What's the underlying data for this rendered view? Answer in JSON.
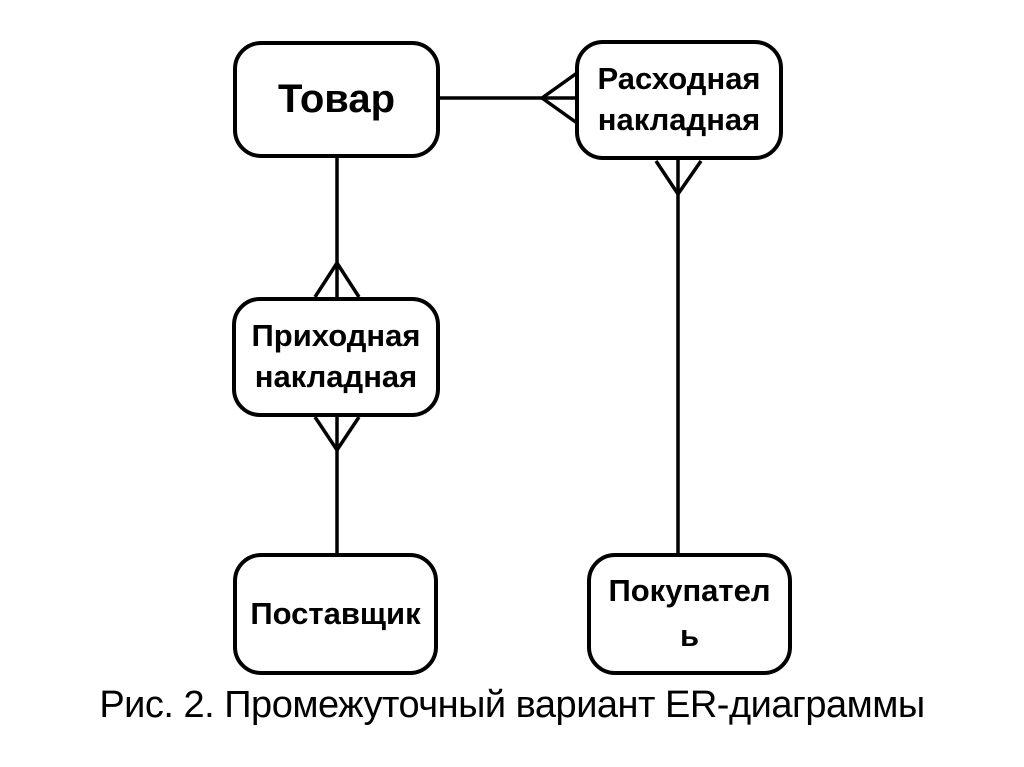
{
  "figure": {
    "caption": "Рис. 2. Промежуточный вариант ER-диаграммы"
  },
  "entities": [
    {
      "id": "product",
      "label": "Товар"
    },
    {
      "id": "outgoing-invoice",
      "label": "Расходная накладная"
    },
    {
      "id": "incoming-invoice",
      "label": "Приходная накладная"
    },
    {
      "id": "supplier",
      "label": "Поставщик"
    },
    {
      "id": "buyer",
      "label": "Покупатель"
    }
  ],
  "relationships": [
    {
      "from": "Товар",
      "to": "Расходная накладная",
      "cardinality": "one-to-many",
      "crow_foot_at": "Расходная накладная"
    },
    {
      "from": "Товар",
      "to": "Приходная накладная",
      "cardinality": "one-to-many",
      "crow_foot_at": "Приходная накладная"
    },
    {
      "from": "Приходная накладная",
      "to": "Поставщик",
      "cardinality": "many-to-one",
      "crow_foot_at": "Приходная накладная"
    },
    {
      "from": "Расходная накладная",
      "to": "Покупатель",
      "cardinality": "many-to-one",
      "crow_foot_at": "Расходная накладная"
    }
  ],
  "colors": {
    "background": "#ffffff",
    "box_fill": "#ffffff",
    "box_border": "#000000",
    "line": "#000000",
    "text": "#000000"
  }
}
